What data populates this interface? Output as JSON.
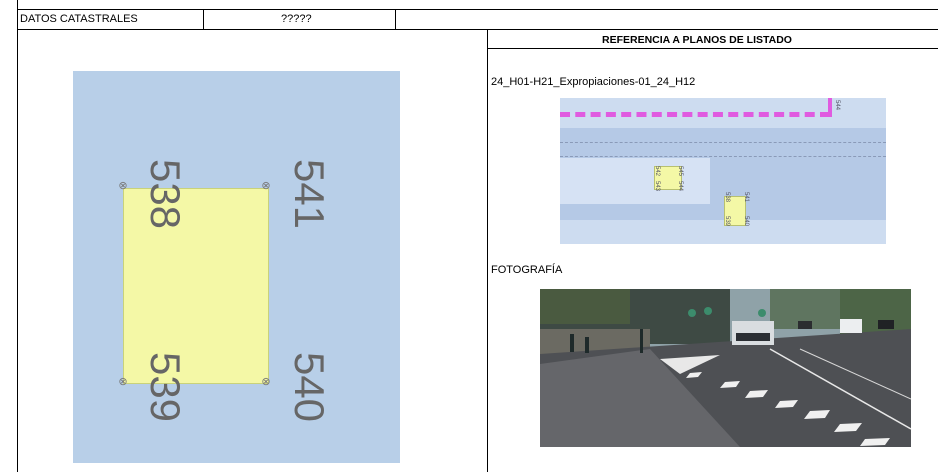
{
  "header": {
    "label": "DATOS CATASTRALES",
    "value": "?????"
  },
  "right_panel": {
    "section_title": "REFERENCIA A PLANOS DE LISTADO",
    "plan_reference": "24_H01-H21_Expropiaciones-01_24_H12",
    "photo_label": "FOTOGRAFÍA"
  },
  "plot_labels": {
    "top_left": "538",
    "top_right": "541",
    "bottom_left": "539",
    "bottom_right": "540"
  },
  "mini_map_labels": {
    "a1": "542",
    "a2": "543",
    "a3": "545",
    "a4": "544",
    "b1": "538",
    "b2": "539",
    "b3": "541",
    "b4": "540",
    "edge": "544"
  },
  "colors": {
    "plan_background": "#b8cfe8",
    "plot_fill": "#f4f8a6",
    "boundary_magenta": "#e05be0"
  }
}
